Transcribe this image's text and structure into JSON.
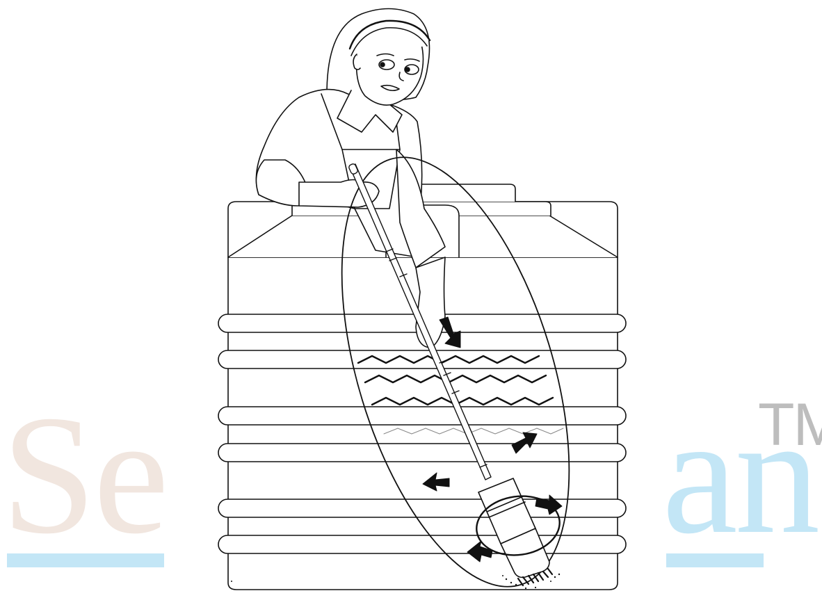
{
  "watermark": {
    "left_text": "Se",
    "right_text": "an",
    "trademark": "TM",
    "colors": {
      "left": "#f1e6df",
      "right": "#c3e6f6",
      "tm": "#bdbdbd",
      "bar": "#c3e6f6"
    }
  },
  "illustration": {
    "subject": "woman-cleaning-water-tank-illustration",
    "line_color": "#111111",
    "arrow_color": "#111111"
  }
}
